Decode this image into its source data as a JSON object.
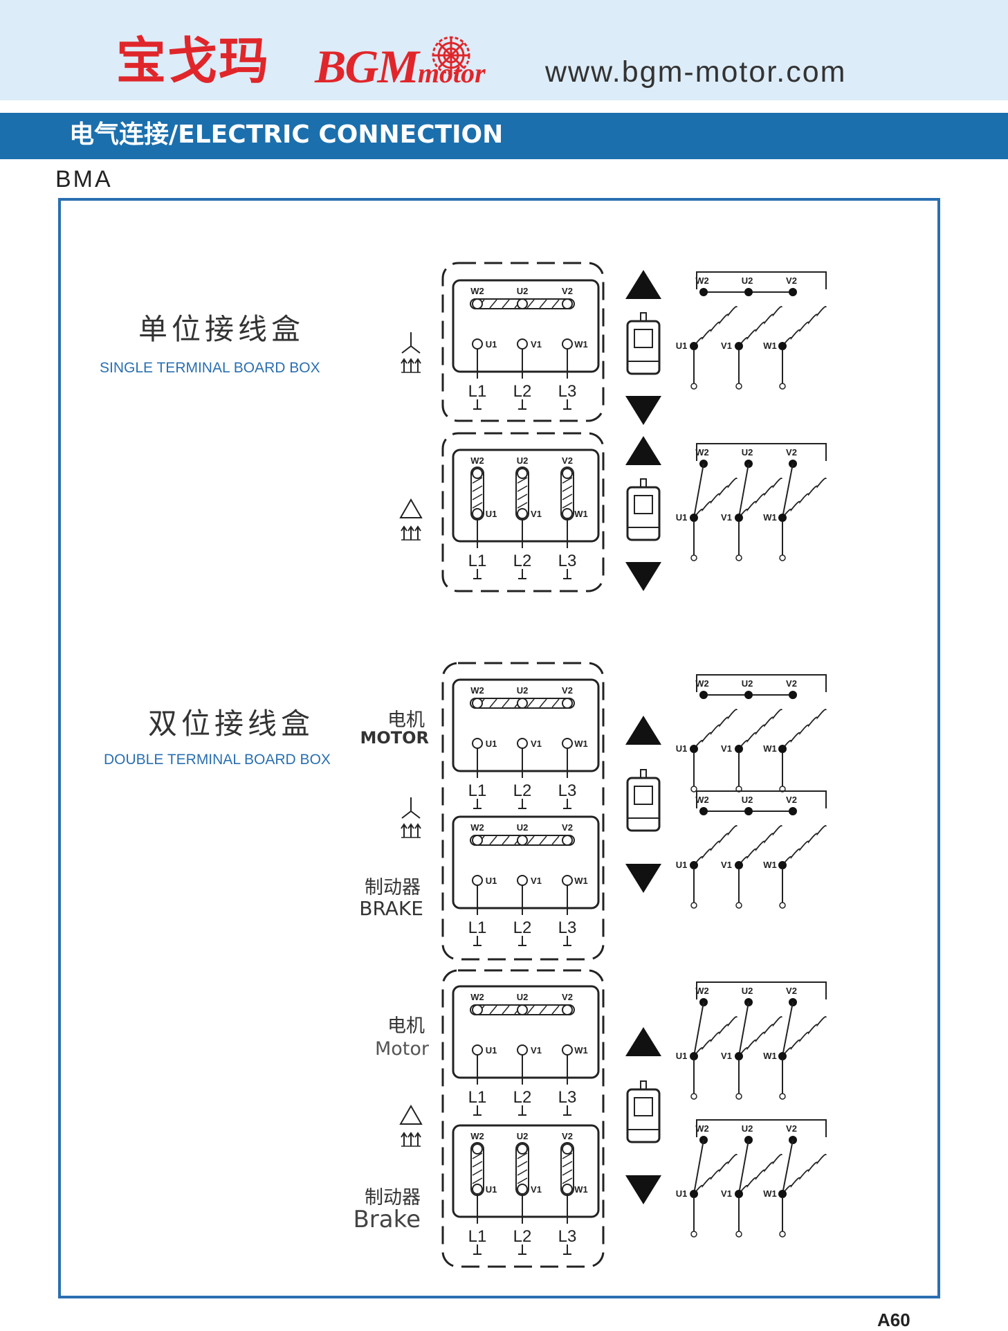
{
  "header": {
    "brand_cn": "宝戈玛",
    "brand_en_main": "BGM",
    "brand_en_sub": "motor",
    "url": "www.bgm-motor.com"
  },
  "banner": {
    "title": "电气连接/ELECTRIC CONNECTION"
  },
  "model": "BMA",
  "single": {
    "title_cn": "单位接线盒",
    "title_en": "SINGLE TERMINAL BOARD BOX"
  },
  "double": {
    "title_cn": "双位接线盒",
    "title_en": "DOUBLE TERMINAL BOARD BOX",
    "motor_cn": "电机",
    "motor_en": "MOTOR",
    "brake_cn": "制动器",
    "brake_en": "BRAKE",
    "motor2_cn": "电机",
    "motor2_en": "Motor",
    "brake2_cn": "制动器",
    "brake2_en": "Brake"
  },
  "terminals": {
    "top": [
      "W2",
      "U2",
      "V2"
    ],
    "bottom": [
      "U1",
      "V1",
      "W1"
    ],
    "lines": [
      "L1",
      "L2",
      "L3"
    ]
  },
  "page_number": "A60",
  "colors": {
    "brand_red": "#e0262a",
    "banner_blue": "#1b6fad",
    "frame_blue": "#2a6fb0",
    "header_bg": "#dcecf8"
  }
}
